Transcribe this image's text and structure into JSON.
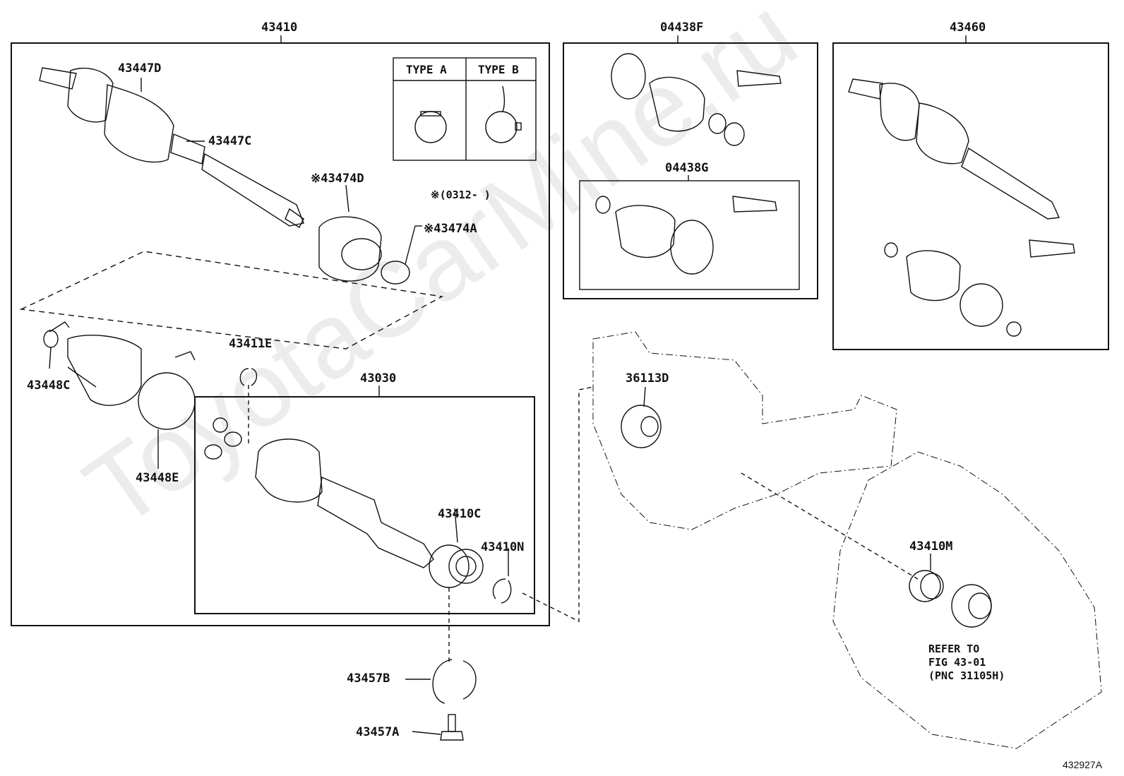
{
  "watermark": "ToyotaCarMine.ru",
  "figure_id": "432927A",
  "groups": {
    "g43410": "43410",
    "g04438F": "04438F",
    "g04438G": "04438G",
    "g43460": "43460",
    "g43030": "43030"
  },
  "type_table": {
    "type_a": "TYPE A",
    "type_b": "TYPE B"
  },
  "parts": {
    "p43447D": "43447D",
    "p43447C": "43447C",
    "p43474D": "※43474D",
    "p43474A": "※43474A",
    "p43448C": "43448C",
    "p43448E": "43448E",
    "p43411E": "43411E",
    "p43410C": "43410C",
    "p43410N": "43410N",
    "p43457B": "43457B",
    "p43457A": "43457A",
    "p36113D": "36113D",
    "p43410M": "43410M"
  },
  "date_note": "※(0312-     )",
  "refer_note": {
    "line1": "REFER TO",
    "line2": "FIG 43-01",
    "line3": "(PNC 31105H)"
  },
  "colors": {
    "line": "#111111",
    "watermark": "#ececec"
  }
}
